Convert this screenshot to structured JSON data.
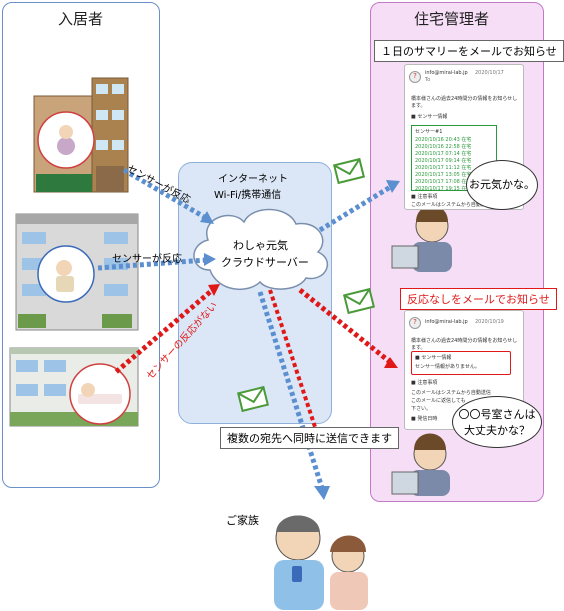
{
  "left_panel": {
    "title": "入居者"
  },
  "right_panel": {
    "title": "住宅管理者"
  },
  "internet": {
    "line1": "インターネット",
    "line2": "Wi-Fi/携帯通信"
  },
  "cloud": {
    "line1": "わしゃ元気",
    "line2": "クラウドサーバー"
  },
  "arrows": {
    "sensor1": "センサーが反応",
    "sensor2": "センサーが反応",
    "no_response": "センサーの反応がない"
  },
  "summary_label": "１日のサマリーをメールでお知らせ",
  "alert_label": "反応なしをメールでお知らせ",
  "multi_label": "複数の宛先へ同時に送信できます",
  "family_label": "ご家族",
  "bubble1": "お元気かな。",
  "bubble2_line1": "〇〇号室さんは",
  "bubble2_line2": "大丈夫かな？",
  "email1": {
    "sender": "info@mirai-lab.jp",
    "to": "To",
    "date": "2020/10/17",
    "body": "橋本様さんの過去24時間分の情報をお知らせします。",
    "section": "■ センサー情報",
    "sensor_header": "センサー#1",
    "log": [
      "2020/10/16 20:43 在宅",
      "2020/10/16 22:58 在宅",
      "2020/10/17 07:14 在宅",
      "2020/10/17 09:14 在宅",
      "2020/10/17 11:12 在宅",
      "2020/10/17 13:05 在宅",
      "2020/10/17 17:08 在宅",
      "2020/10/17 19:15 在宅"
    ],
    "footer1": "■ 注意事項",
    "footer2": "このメールはシステムから自動送信"
  },
  "email2": {
    "sender": "info@mirai-lab.jp",
    "date": "2020/10/19",
    "body": "橋本様さんの過去24時間分の情報をお知らせします。",
    "section": "■ センサー情報",
    "alert": "センサー情報がありません。",
    "footer1": "■ 注意事項",
    "footer2": "このメールはシステムから自動送信",
    "footer3": "このメールに返信しても",
    "footer4": "下さい。",
    "footer5": "■ 発信日時"
  },
  "colors": {
    "blue_arrow": "#5b8fd0",
    "red_arrow": "#e01818",
    "green_envelope": "#4a9a3a",
    "right_panel": "#f6dff6",
    "net_box": "#dbe7f6"
  }
}
